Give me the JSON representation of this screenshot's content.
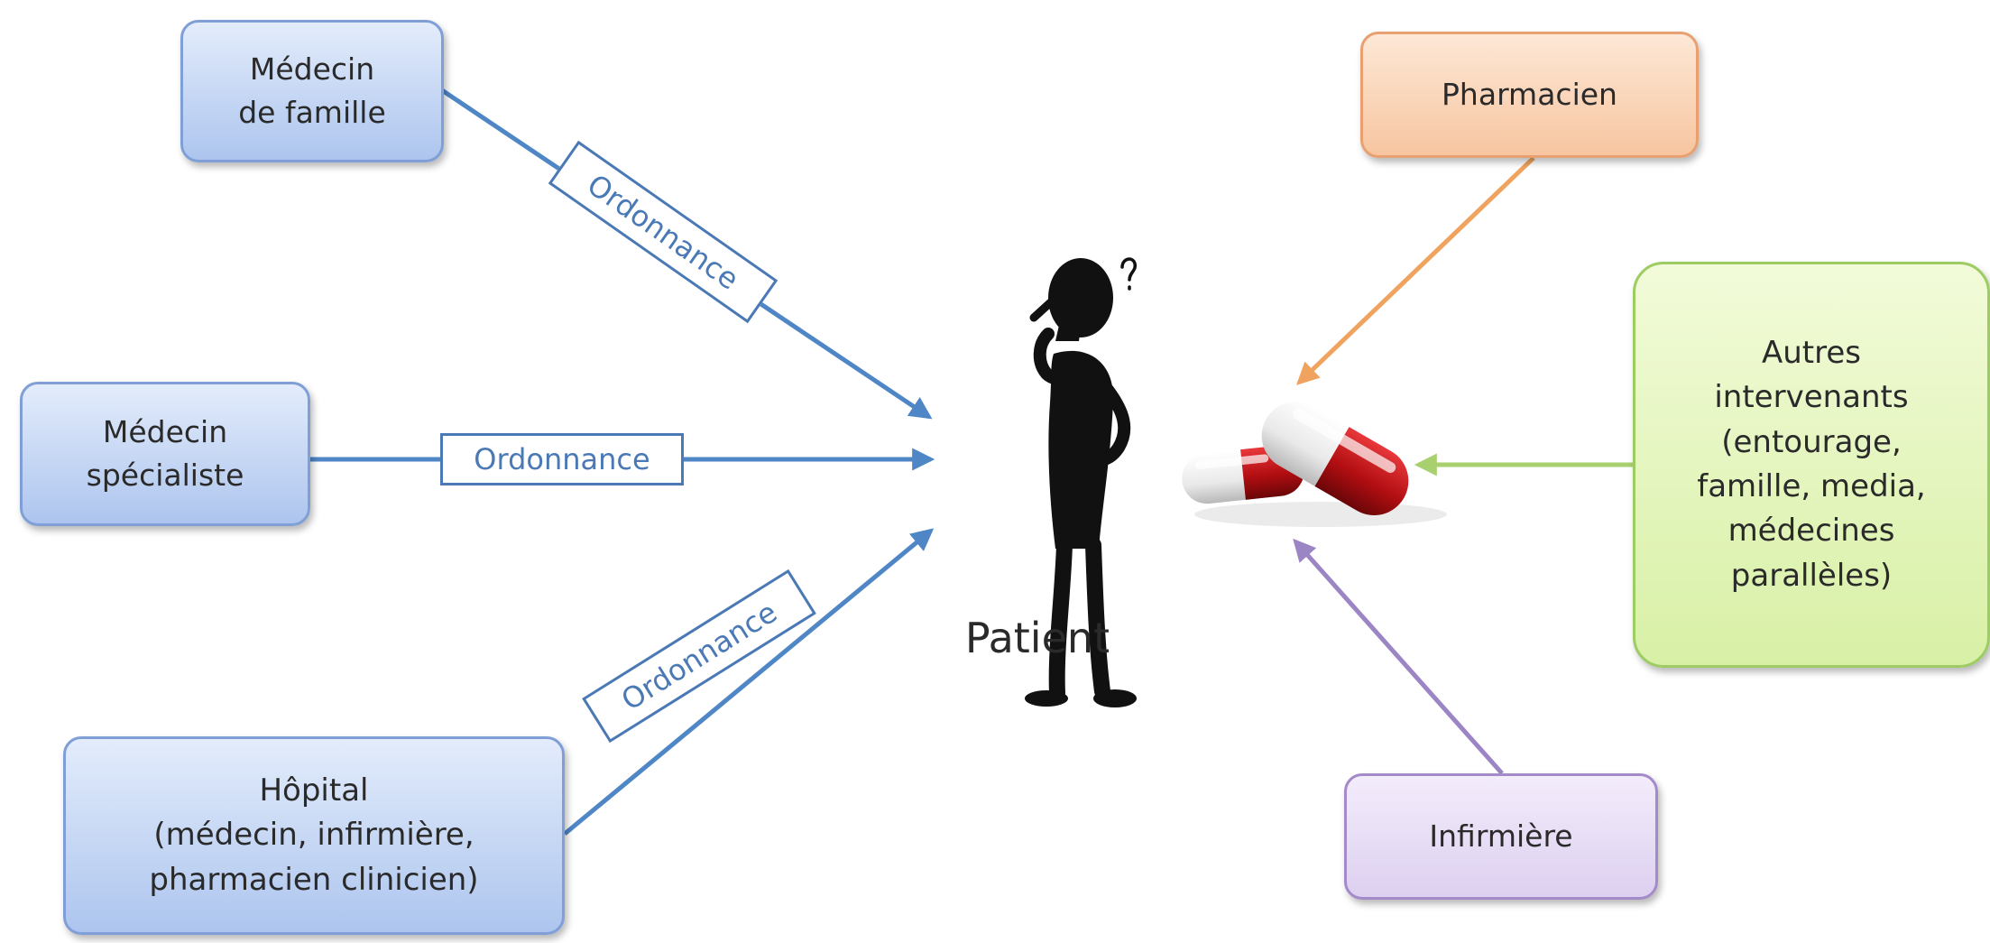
{
  "nodes": {
    "medecin_famille": "Médecin\nde famille",
    "medecin_specialiste": "Médecin\nspécialiste",
    "hopital": "Hôpital\n(médecin, infirmière,\npharmacien clinicien)",
    "pharmacien": "Pharmacien",
    "autres_intervenants": "Autres\nintervenants\n(entourage,\nfamille, media,\nmédecines\nparallèles)",
    "infirmiere": "Infirmière"
  },
  "edge_labels": {
    "famille_to_patient": "Ordonnance",
    "specialiste_to_patient": "Ordonnance",
    "hopital_to_patient": "Ordonnance"
  },
  "center": {
    "patient_label": "Patient",
    "patient_icon": "thinking-person-icon",
    "medication_icon": "capsule-pills-icon"
  },
  "colors": {
    "prescription_arrows": "#4f86c6",
    "pharmacien_arrow": "#f0a35e",
    "autres_arrow": "#a9d06e",
    "infirmiere_arrow": "#9b85c4"
  }
}
